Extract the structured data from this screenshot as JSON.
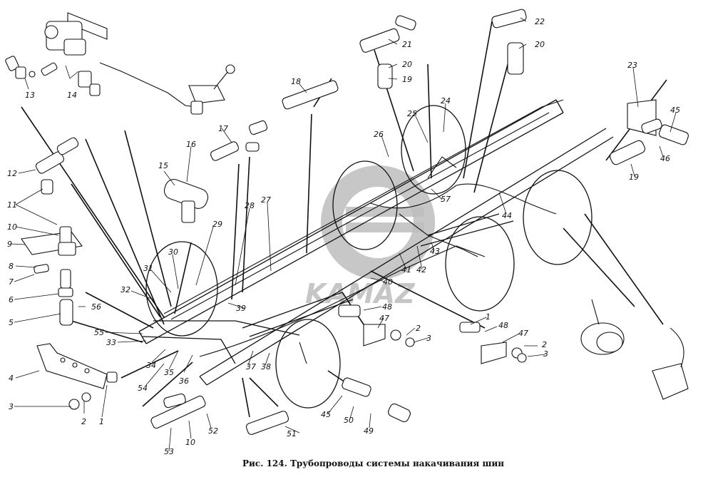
{
  "caption": "Рис. 124. Трубопроводы системы накачивания шин",
  "watermark": {
    "brand_text": "KAMAZ",
    "color": "#b8b8b8"
  },
  "callouts": [
    {
      "id": "c13",
      "text": "13"
    },
    {
      "id": "c14",
      "text": "14"
    },
    {
      "id": "c12",
      "text": "12"
    },
    {
      "id": "c11",
      "text": "11"
    },
    {
      "id": "c10a",
      "text": "10"
    },
    {
      "id": "c9",
      "text": "9"
    },
    {
      "id": "c8",
      "text": "8"
    },
    {
      "id": "c7",
      "text": "7"
    },
    {
      "id": "c6",
      "text": "6"
    },
    {
      "id": "c5",
      "text": "5"
    },
    {
      "id": "c4",
      "text": "4"
    },
    {
      "id": "c3a",
      "text": "3"
    },
    {
      "id": "c2a",
      "text": "2"
    },
    {
      "id": "c1a",
      "text": "1"
    },
    {
      "id": "c56",
      "text": "56"
    },
    {
      "id": "c55",
      "text": "55"
    },
    {
      "id": "c54",
      "text": "54"
    },
    {
      "id": "c53",
      "text": "53"
    },
    {
      "id": "c10b",
      "text": "10"
    },
    {
      "id": "c52",
      "text": "52"
    },
    {
      "id": "c51",
      "text": "51"
    },
    {
      "id": "c50",
      "text": "50"
    },
    {
      "id": "c49",
      "text": "49"
    },
    {
      "id": "c45a",
      "text": "45"
    },
    {
      "id": "c38",
      "text": "38"
    },
    {
      "id": "c37",
      "text": "37"
    },
    {
      "id": "c36",
      "text": "36"
    },
    {
      "id": "c35",
      "text": "35"
    },
    {
      "id": "c34",
      "text": "34"
    },
    {
      "id": "c33",
      "text": "33"
    },
    {
      "id": "c32",
      "text": "32"
    },
    {
      "id": "c31",
      "text": "31"
    },
    {
      "id": "c30",
      "text": "30"
    },
    {
      "id": "c29",
      "text": "29"
    },
    {
      "id": "c28",
      "text": "28"
    },
    {
      "id": "c27",
      "text": "27"
    },
    {
      "id": "c39",
      "text": "39"
    },
    {
      "id": "c15",
      "text": "15"
    },
    {
      "id": "c16",
      "text": "16"
    },
    {
      "id": "c17",
      "text": "17"
    },
    {
      "id": "c18",
      "text": "18"
    },
    {
      "id": "c21",
      "text": "21"
    },
    {
      "id": "c20a",
      "text": "20"
    },
    {
      "id": "c19a",
      "text": "19"
    },
    {
      "id": "c22",
      "text": "22"
    },
    {
      "id": "c20b",
      "text": "20"
    },
    {
      "id": "c25",
      "text": "25"
    },
    {
      "id": "c24",
      "text": "24"
    },
    {
      "id": "c26",
      "text": "26"
    },
    {
      "id": "c23",
      "text": "23"
    },
    {
      "id": "c45b",
      "text": "45"
    },
    {
      "id": "c46",
      "text": "46"
    },
    {
      "id": "c19b",
      "text": "19"
    },
    {
      "id": "c57",
      "text": "57"
    },
    {
      "id": "c44",
      "text": "44"
    },
    {
      "id": "c41",
      "text": "41"
    },
    {
      "id": "c42",
      "text": "42"
    },
    {
      "id": "c43",
      "text": "43"
    },
    {
      "id": "c40",
      "text": "40"
    },
    {
      "id": "c48a",
      "text": "48"
    },
    {
      "id": "c47a",
      "text": "47"
    },
    {
      "id": "c2b",
      "text": "2"
    },
    {
      "id": "c3b",
      "text": "3"
    },
    {
      "id": "c1b",
      "text": "1"
    },
    {
      "id": "c48b",
      "text": "48"
    },
    {
      "id": "c47b",
      "text": "47"
    },
    {
      "id": "c2c",
      "text": "2"
    },
    {
      "id": "c3c",
      "text": "3"
    }
  ]
}
